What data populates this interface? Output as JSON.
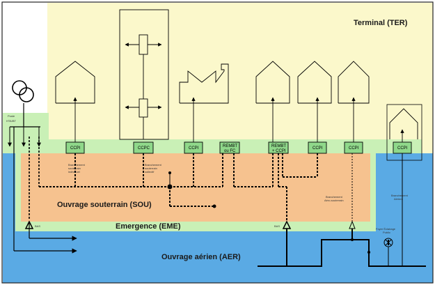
{
  "zones": {
    "terminal": "Terminal (TER)",
    "souterrain": "Ouvrage souterrain (SOU)",
    "emergence": "Emergence (EME)",
    "aerien": "Ouvrage aérien (AER)"
  },
  "poste": {
    "line1": "Poste",
    "line2": "HTA/BT"
  },
  "boxes": {
    "ccpi_1": "CCPI",
    "ccpc": "CCPC",
    "ccpi_3": "CCPI",
    "rembt_fc_1": "REMBT",
    "rembt_fc_2": "ou FC",
    "rembt_ccpi_1": "REMBT",
    "rembt_ccpi_2": "+ CCPI",
    "ccpi_5": "CCPI",
    "ccpi_6": "CCPI",
    "ccpi_7": "CCPI"
  },
  "small_labels": {
    "bas_left": "BAS",
    "bas_right": "BAS",
    "branch_indiv": [
      "Branchement",
      "souterrain",
      "individuel"
    ],
    "branch_collectif": [
      "Branchement",
      "souterrain",
      "collectif"
    ],
    "branch_aero": [
      "Branchement",
      "Aéro-souterrain"
    ],
    "branch_aerien": [
      "Branchement",
      "Aérien"
    ],
    "foyer": [
      "Foyer Éclairage",
      "Public"
    ]
  },
  "colors": {
    "terminal_bg": "#fbf8cb",
    "eme_bg": "#c9f0b6",
    "sou_bg": "#f6c28f",
    "aer_bg": "#5aaae4",
    "box_fill": "#8fd88a"
  }
}
